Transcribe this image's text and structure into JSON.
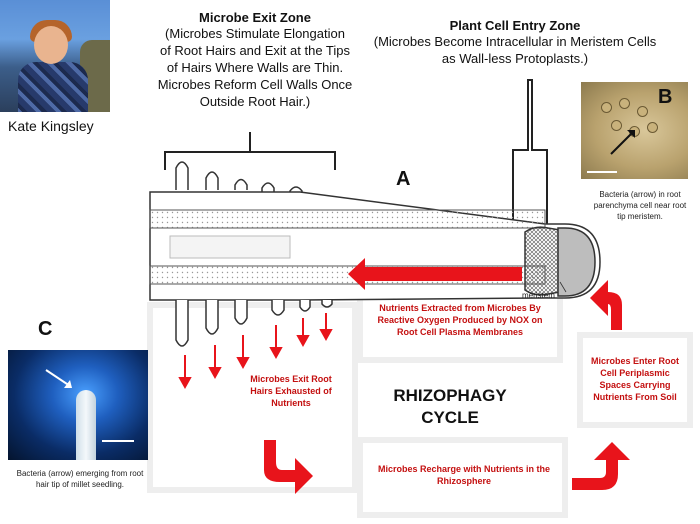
{
  "person": {
    "name": "Kate Kingsley"
  },
  "exit_zone": {
    "title": "Microbe Exit Zone",
    "lines": [
      "(Microbes Stimulate Elongation",
      "of Root Hairs and Exit at the Tips",
      "of Hairs Where Walls are Thin.",
      "Microbes Reform Cell Walls Once",
      "Outside Root Hair.)"
    ]
  },
  "entry_zone": {
    "title": "Plant Cell Entry Zone",
    "lines": [
      "(Microbes Become Intracellular in Meristem Cells",
      "as Wall-less Protoplasts.)"
    ]
  },
  "labels": {
    "a": "A",
    "b": "B",
    "c": "C",
    "meristem": "meristem"
  },
  "panel_b": {
    "caption": "Bacteria (arrow) in root parenchyma cell near root tip meristem."
  },
  "panel_c": {
    "caption": "Bacteria (arrow) emerging from root hair tip of millet seedling."
  },
  "steps": {
    "extracted": "Nutrients Extracted from Microbes By Reactive Oxygen Produced by NOX on Root Cell Plasma Membranes",
    "exit": "Microbes Exit Root Hairs Exhausted of Nutrients",
    "enter": "Microbes Enter Root Cell Periplasmic Spaces Carrying Nutrients From Soil",
    "recharge": "Microbes Recharge with Nutrients in the Rhizosphere"
  },
  "cycle": {
    "line1": "RHIZOPHAGY",
    "line2": "CYCLE"
  },
  "colors": {
    "accent_red": "#e8141b",
    "text_red": "#c41010",
    "outline": "#333333"
  }
}
